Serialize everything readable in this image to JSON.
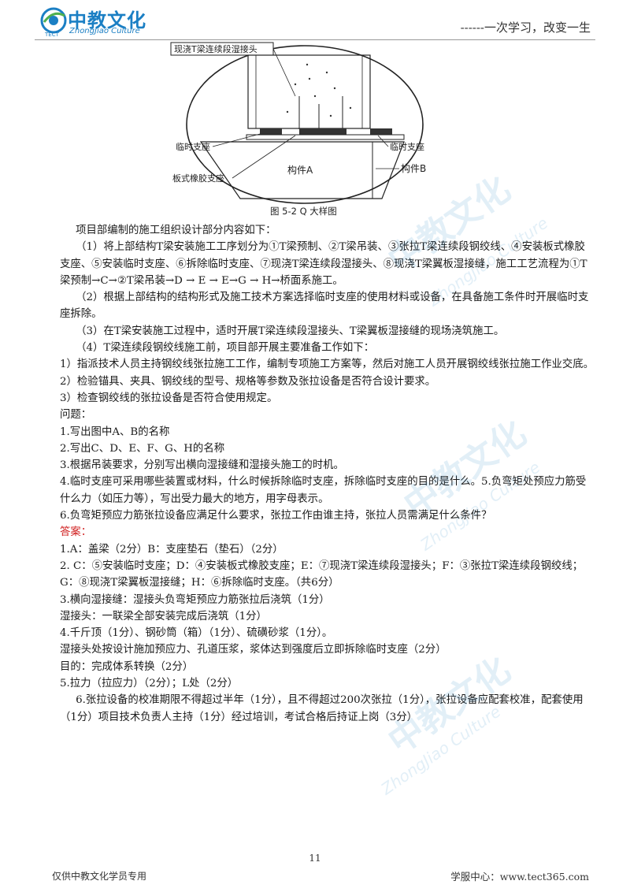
{
  "header": {
    "logo_main": "中教文化",
    "logo_sub": "ZhongJiao Culture",
    "logo_small": "TECT",
    "slogan": "------一次学习，改变一生"
  },
  "diagram": {
    "top_label": "现浇T梁连续段湿接头",
    "left_label_1": "临时支座",
    "left_label_2": "板式橡胶支座",
    "right_label": "临时支座",
    "part_a": "构件A",
    "part_b": "构件B",
    "caption": "图 5-2 Q 大样图"
  },
  "paragraphs": [
    {
      "text": "项目部编制的施工组织设计部分内容如下：",
      "indent": true
    },
    {
      "text": "（1）将上部结构T梁安装施工工序划分为①T梁预制、②T梁吊装、③张拉T梁连续段钢绞线、④安装板式橡胶支座、⑤安装临时支座、⑥拆除临时支座、⑦现浇T梁连续段湿接头、⑧现浇T梁翼板湿接缝，施工工艺流程为①T梁预制→C→②T梁吊装→D → E → E→G → H→桥面系施工。",
      "indent": true
    },
    {
      "text": "（2）根据上部结构的结构形式及施工技术方案选择临时支座的使用材料或设备，在具备施工条件时开展临时支座拆除。",
      "indent": true
    },
    {
      "text": "（3）在T梁安装施工过程中，适时开展T梁连续段湿接头、T梁翼板湿接缝的现场浇筑施工。",
      "indent": true
    },
    {
      "text": "（4）T梁连续段钢绞线施工前，项目部开展主要准备工作如下：",
      "indent": true
    },
    {
      "text": "1）指派技术人员主持钢绞线张拉施工工作，编制专项施工方案等，然后对施工人员开展钢绞线张拉施工作业交底。",
      "indent": false
    },
    {
      "text": "2）检验锚具、夹具、钢绞线的型号、规格等参数及张拉设备是否符合设计要求。",
      "indent": false
    },
    {
      "text": "3）检查钢绞线的张拉设备是否符合使用规定。",
      "indent": false
    },
    {
      "text": "问题：",
      "indent": false
    },
    {
      "text": "1.写出图中A、B的名称",
      "indent": false
    },
    {
      "text": "2.写出C、D、E、F、G、H的名称",
      "indent": false
    },
    {
      "text": "3.根据吊装要求，分别写出横向湿接缝和湿接头施工的时机。",
      "indent": false
    },
    {
      "text": "4.临时支座可采用哪些装置或材料，什么时候拆除临时支座，拆除临时支座的目的是什么。5.负弯矩处预应力筋受什么力（如压力等），写出受力最大的地方，用字母表示。",
      "indent": false
    },
    {
      "text": "6.负弯矩预应力筋张拉设备应满足什么要求，张拉工作由谁主持，张拉人员需满足什么条件？",
      "indent": false
    }
  ],
  "answer_label": "答案：",
  "answers": [
    {
      "text": "1.A：盖梁（2分）B：支座垫石（垫石）（2分）",
      "indent": false
    },
    {
      "text": "2. C：⑤安装临时支座；D：④安装板式橡胶支座；E：⑦现浇T梁连续段湿接头；F：③张拉T梁连续段钢绞线；G：⑧现浇T梁翼板湿接缝；H：⑥拆除临时支座。（共6分）",
      "indent": false
    },
    {
      "text": "3.横向湿接缝：湿接头负弯矩预应力筋张拉后浇筑（1分）",
      "indent": false
    },
    {
      "text": "湿接头：一联梁全部安装完成后浇筑（1分）",
      "indent": false
    },
    {
      "text": "4.千斤顶（1分）、钢砂筒（箱）（1分）、硫磺砂浆（1分）。",
      "indent": false
    },
    {
      "text": "湿接头处按设计施加预应力、孔道压浆，浆体达到强度后立即拆除临时支座（2分）",
      "indent": false
    },
    {
      "text": "目的：完成体系转换（2分）",
      "indent": false
    },
    {
      "text": "5.拉力（拉应力）（2分）；L处（2分）",
      "indent": false
    },
    {
      "text": "6.张拉设备的校准期限不得超过半年（1分），且不得超过200次张拉（1分），张拉设备应配套校准，配套使用（1分）项目技术负责人主持（1分）经过培训，考试合格后持证上岗（3分）",
      "indent": true
    }
  ],
  "footer": {
    "page_number": "11",
    "left": "仅供中教文化学员专用",
    "right": "学服中心：www.tect365.com"
  },
  "colors": {
    "brand": "#1b7fc4",
    "answer_label": "#d02020"
  }
}
